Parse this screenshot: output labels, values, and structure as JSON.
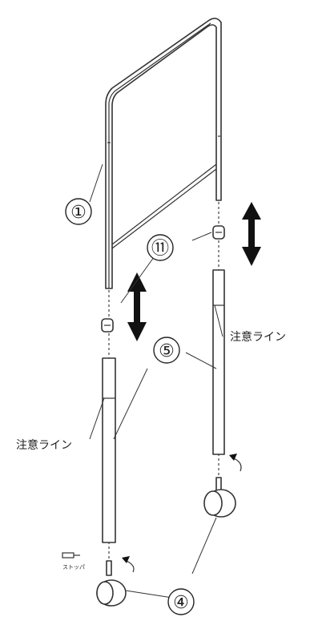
{
  "labels": {
    "part_1": "①",
    "part_11": "⑪",
    "part_5": "⑤",
    "part_4": "④",
    "caution_line_right": "注意ライン",
    "caution_line_left": "注意ライン",
    "caster_small": "ストッパ"
  }
}
